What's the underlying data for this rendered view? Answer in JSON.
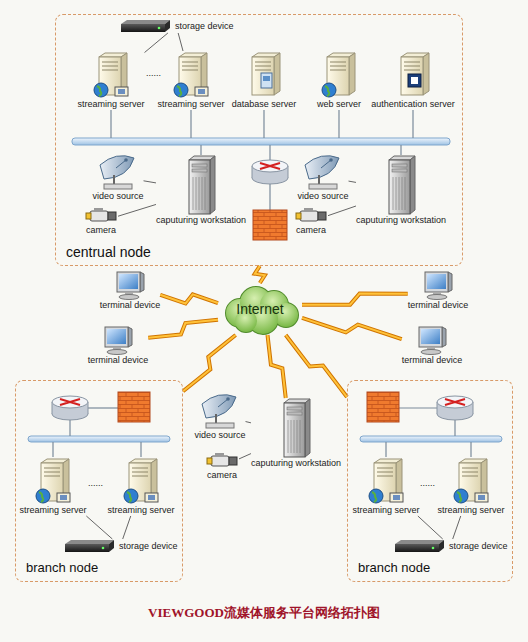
{
  "diagram": {
    "caption": "VIEWGOOD流媒体服务平台网络拓扑图",
    "nodes": [
      {
        "text": [
          "centrual node"
        ]
      },
      {
        "text": [
          "storage device"
        ],
        "in": 0
      },
      {
        "text": [
          "streaming server"
        ],
        "in": 0
      },
      {
        "text": [
          "streaming server"
        ],
        "in": 0
      },
      {
        "text": [
          "database server"
        ],
        "in": 0
      },
      {
        "text": [
          "web server"
        ],
        "in": 0
      },
      {
        "text": [
          "authentication server"
        ],
        "in": 0
      },
      {
        "text": [
          "video source"
        ],
        "in": 0
      },
      {
        "text": [
          "camera"
        ],
        "in": 0
      },
      {
        "text": [
          "caputuring workstation"
        ],
        "in": 0
      },
      {
        "text": [
          "video source"
        ],
        "in": 0
      },
      {
        "text": [
          "camera"
        ],
        "in": 0
      },
      {
        "text": [
          "caputuring workstation"
        ],
        "in": 0
      },
      {
        "text": [
          "Internet"
        ]
      },
      {
        "text": [
          "terminal device"
        ]
      },
      {
        "text": [
          "terminal device"
        ]
      },
      {
        "text": [
          "terminal device"
        ]
      },
      {
        "text": [
          "terminal device"
        ]
      },
      {
        "text": [
          "branch node"
        ]
      },
      {
        "text": [
          "streaming server"
        ],
        "in": 18
      },
      {
        "text": [
          "streaming server"
        ],
        "in": 18
      },
      {
        "text": [
          "storage device"
        ],
        "in": 18
      },
      {
        "text": [
          "video source"
        ]
      },
      {
        "text": [
          "camera"
        ]
      },
      {
        "text": [
          "caputuring workstation"
        ]
      },
      {
        "text": [
          "branch node"
        ]
      },
      {
        "text": [
          "streaming server"
        ],
        "in": 25
      },
      {
        "text": [
          "streaming server"
        ],
        "in": 25
      },
      {
        "text": [
          "storage device"
        ],
        "in": 25
      }
    ],
    "edges": [
      {
        "from": 13,
        "to": 0,
        "arrow": "none"
      },
      {
        "from": 13,
        "to": 14,
        "arrow": "none"
      },
      {
        "from": 13,
        "to": 15,
        "arrow": "none"
      },
      {
        "from": 13,
        "to": 16,
        "arrow": "none"
      },
      {
        "from": 13,
        "to": 17,
        "arrow": "none"
      },
      {
        "from": 13,
        "to": 18,
        "arrow": "none"
      },
      {
        "from": 13,
        "to": 24,
        "arrow": "none"
      },
      {
        "from": 13,
        "to": 25,
        "arrow": "none"
      },
      {
        "from": 1,
        "to": 2,
        "arrow": "none"
      },
      {
        "from": 1,
        "to": 3,
        "arrow": "none"
      },
      {
        "from": 7,
        "to": 9,
        "arrow": "none"
      },
      {
        "from": 8,
        "to": 9,
        "arrow": "none"
      },
      {
        "from": 10,
        "to": 12,
        "arrow": "none"
      },
      {
        "from": 11,
        "to": 12,
        "arrow": "none"
      },
      {
        "from": 21,
        "to": 19,
        "arrow": "none"
      },
      {
        "from": 21,
        "to": 20,
        "arrow": "none"
      },
      {
        "from": 22,
        "to": 24,
        "arrow": "none"
      },
      {
        "from": 23,
        "to": 24,
        "arrow": "none"
      },
      {
        "from": 28,
        "to": 26,
        "arrow": "none"
      },
      {
        "from": 28,
        "to": 27,
        "arrow": "none"
      }
    ],
    "labels": [
      "......",
      "......",
      "......"
    ]
  }
}
